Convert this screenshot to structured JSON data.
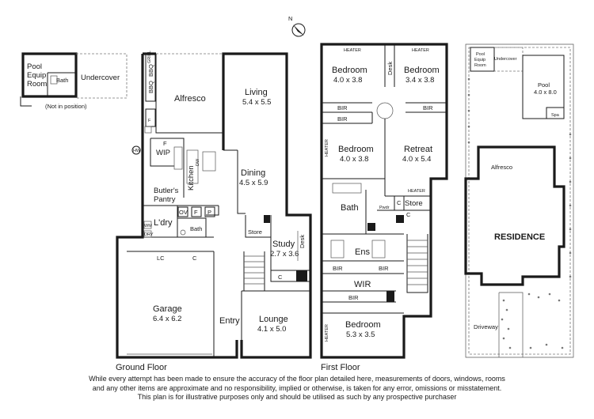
{
  "compass": {
    "label": "N"
  },
  "ground_floor": {
    "title": "Ground Floor",
    "rooms": {
      "pool_equip_line1": "Pool",
      "pool_equip_line2": "Equip",
      "pool_equip_line3": "Room",
      "pool_bath": "Bath",
      "undercover": "Undercover",
      "not_in_position": "(Not in position)",
      "alfresco": "Alfresco",
      "bbq1": "BBQ",
      "bbq2": "BBQ",
      "grill": "GRILL",
      "f_fridge_alfresco": "F",
      "living": "Living",
      "living_dim": "5.4 x 5.5",
      "hw": "HW",
      "wip": "WIP",
      "f_wip": "F",
      "kitchen": "Kitchen",
      "dw": "DW",
      "butlers_line1": "Butler's",
      "butlers_line2": "Pantry",
      "dining": "Dining",
      "dining_dim": "4.5 x 5.9",
      "ov": "OV",
      "f_kitchen": "F",
      "p_pantry": "P",
      "laundry": "L'dry",
      "wm": "WM",
      "dry": "DRY",
      "bath": "Bath",
      "store": "Store",
      "study": "Study",
      "study_dim": "2.7 x 3.6",
      "desk": "Desk",
      "lc": "LC",
      "c_garage": "C",
      "c_lounge": "C",
      "garage": "Garage",
      "garage_dim": "6.4 x 6.2",
      "entry": "Entry",
      "lounge": "Lounge",
      "lounge_dim": "4.1 x 5.0"
    }
  },
  "first_floor": {
    "title": "First Floor",
    "rooms": {
      "heater1": "HEATER",
      "heater2": "HEATER",
      "heater3": "HEATER",
      "heater4": "HEATER",
      "heater5": "HEATER",
      "bedroom1": "Bedroom",
      "bedroom1_dim": "4.0 x 3.8",
      "desk": "Desk",
      "bedroom2": "Bedroom",
      "bedroom2_dim": "3.4 x 3.8",
      "bir1": "BIR",
      "bir2": "BIR",
      "bir3": "BIR",
      "bir4": "BIR",
      "bir5": "BIR",
      "bir6": "BIR",
      "bedroom3": "Bedroom",
      "bedroom3_dim": "4.0 x 3.8",
      "retreat": "Retreat",
      "retreat_dim": "4.0 x 5.4",
      "bath": "Bath",
      "pwdr": "Pwdr",
      "c1": "C",
      "c2": "C",
      "store": "Store",
      "ens": "Ens",
      "wir": "WIR",
      "bedroom4": "Bedroom",
      "bedroom4_dim": "5.3 x 3.5"
    }
  },
  "site_plan": {
    "pool_equip_line1": "Pool",
    "pool_equip_line2": "Equip",
    "pool_equip_line3": "Room",
    "undercover": "Undercover",
    "pool": "Pool",
    "pool_dim": "4.0 x 8.0",
    "spa": "Spa",
    "alfresco": "Alfresco",
    "residence": "RESIDENCE",
    "driveway": "Driveway"
  },
  "disclaimer": {
    "line1": "While every attempt has been made to ensure the accuracy of the floor plan detailed here, measurements of doors, windows, rooms",
    "line2": "and any other items are approximate and no responsibility, implied or otherwise, is taken for any error, omissions or misstatement.",
    "line3": "This plan is for illustrative purposes only and should be utilised as such by any prospective purchaser"
  }
}
